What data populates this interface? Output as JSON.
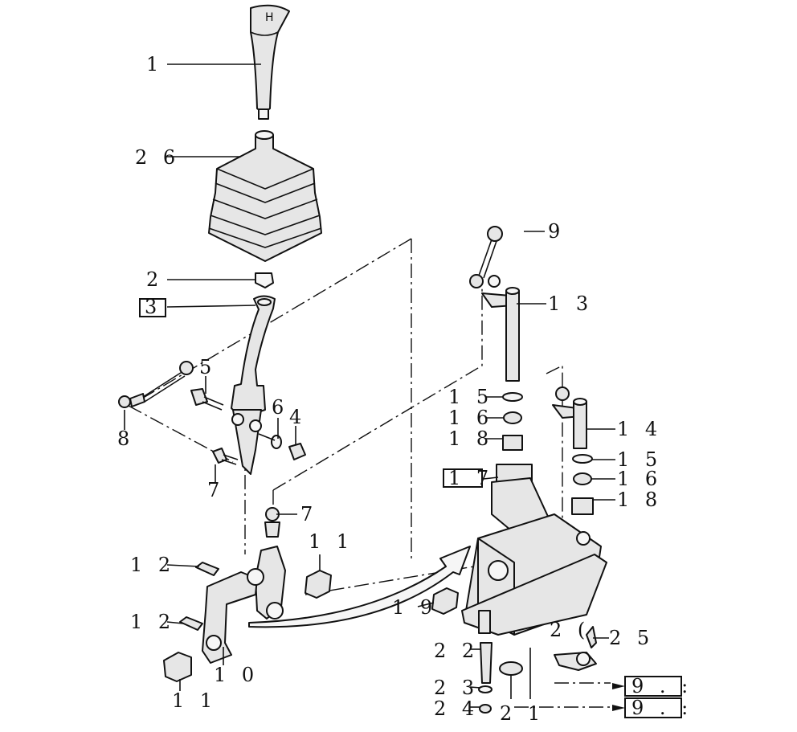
{
  "diagram": {
    "labels": {
      "l1": "1",
      "l26": "2 6",
      "l2": "2",
      "l3": "3",
      "l5": "5",
      "l6": "6",
      "l4": "4",
      "l8": "8",
      "l7a": "7",
      "l7b": "7",
      "l9": "9",
      "l13": "1 3",
      "l15a": "1 5",
      "l16a": "1 6",
      "l18a": "1 8",
      "l17": "1 7",
      "l14": "1 4",
      "l15b": "1 5",
      "l16b": "1 6",
      "l18b": "1 8",
      "l12a": "1 2",
      "l12b": "1 2",
      "l11a": "1 1",
      "l11b": "1 1",
      "l10": "1 0",
      "l19": "1 9",
      "l20": "2 (",
      "l25": "2 5",
      "l22": "2 2",
      "l23": "2 3",
      "l24": "2 4",
      "l21": "2 1",
      "ref1": "9 . :",
      "ref2": "9 . :"
    }
  }
}
